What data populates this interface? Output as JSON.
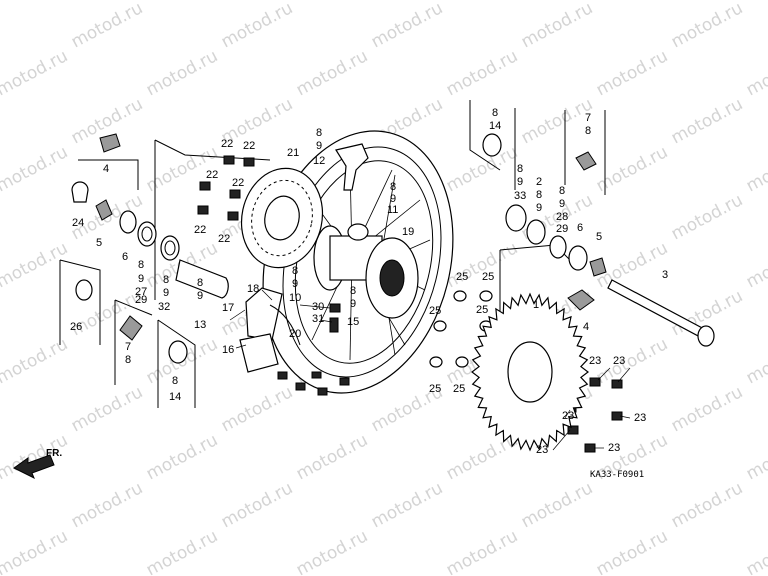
{
  "watermark": "motod.ru",
  "diagram_code": "KA33-F0901",
  "direction_label": "FR.",
  "callouts": [
    "4",
    "24",
    "5",
    "6",
    "8",
    "9",
    "27",
    "29",
    "8",
    "9",
    "32",
    "8",
    "9",
    "13",
    "26",
    "7",
    "8",
    "8",
    "14",
    "22",
    "22",
    "22",
    "22",
    "22",
    "22",
    "21",
    "8",
    "9",
    "12",
    "8",
    "9",
    "11",
    "19",
    "18",
    "17",
    "16",
    "8",
    "9",
    "10",
    "30",
    "31",
    "20",
    "8",
    "9",
    "15",
    "8",
    "14",
    "7",
    "8",
    "8",
    "9",
    "33",
    "2",
    "8",
    "9",
    "8",
    "9",
    "28",
    "29",
    "6",
    "5",
    "4",
    "3",
    "1",
    "25",
    "25",
    "25",
    "25",
    "25",
    "25",
    "23",
    "23",
    "23",
    "23",
    "23",
    "23"
  ]
}
